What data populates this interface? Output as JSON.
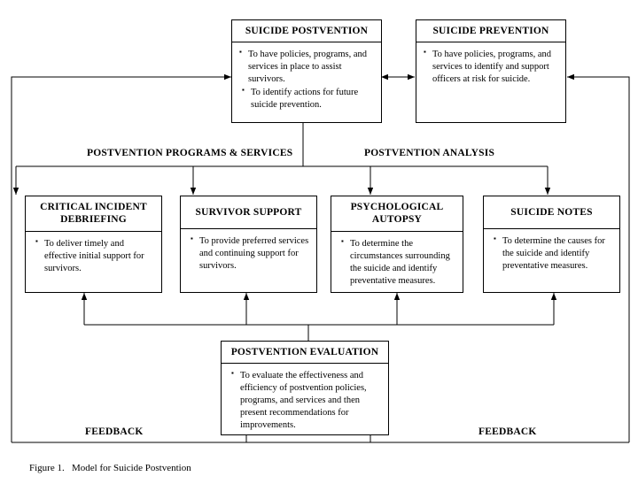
{
  "figure": {
    "caption_label": "Figure 1.",
    "caption_title": "Model for Suicide Postvention"
  },
  "top_row": {
    "postvention": {
      "title": "SUICIDE POSTVENTION",
      "bullets": [
        "To have policies, programs, and services in place to assist survivors.",
        "To identify actions for future suicide prevention."
      ]
    },
    "prevention": {
      "title": "SUICIDE PREVENTION",
      "bullets": [
        "To have policies, programs, and services to identify and support officers at risk for suicide."
      ]
    }
  },
  "section_headings": {
    "programs_services": "POSTVENTION PROGRAMS & SERVICES",
    "analysis": "POSTVENTION ANALYSIS"
  },
  "middle_row": [
    {
      "title": "CRITICAL  INCIDENT DEBRIEFING",
      "bullets": [
        "To deliver timely and effective initial support for survivors."
      ]
    },
    {
      "title": "SURVIVOR SUPPORT",
      "bullets": [
        "To provide preferred services and continuing support for survivors."
      ]
    },
    {
      "title": "PSYCHOLOGICAL AUTOPSY",
      "bullets": [
        "To determine the circumstances surrounding the suicide and identify preventative measures."
      ]
    },
    {
      "title": "SUICIDE NOTES",
      "bullets": [
        "To determine the causes for the suicide and identify preventative measures."
      ]
    }
  ],
  "evaluation": {
    "title": "POSTVENTION  EVALUATION",
    "bullets": [
      "To evaluate the effectiveness and efficiency of postvention policies, programs, and services and then present recommendations for improvements."
    ]
  },
  "feedback": {
    "left_label": "FEEDBACK",
    "right_label": "FEEDBACK"
  },
  "colors": {
    "line": "#000000",
    "background": "#ffffff",
    "text": "#000000"
  }
}
